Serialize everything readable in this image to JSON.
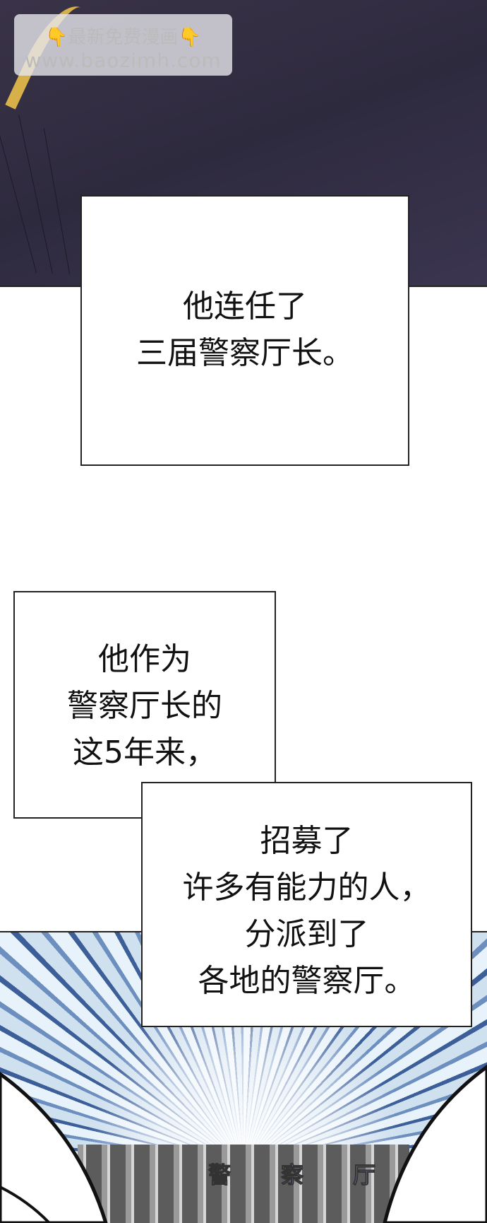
{
  "watermark": {
    "line1": "最新免费漫画",
    "line2": "www.baozimh.com",
    "icon": "pointing-down-hand-icon"
  },
  "captions": {
    "box1": [
      "他连任了",
      "三届警察厅长。"
    ],
    "box2": [
      "他作为",
      "警察厅长的",
      "这5年来，"
    ],
    "box3": [
      "招募了",
      "许多有能力的人，",
      "分派到了",
      "各地的警察厅。"
    ]
  },
  "scene": {
    "sign": [
      "警",
      "察",
      "厅"
    ]
  }
}
